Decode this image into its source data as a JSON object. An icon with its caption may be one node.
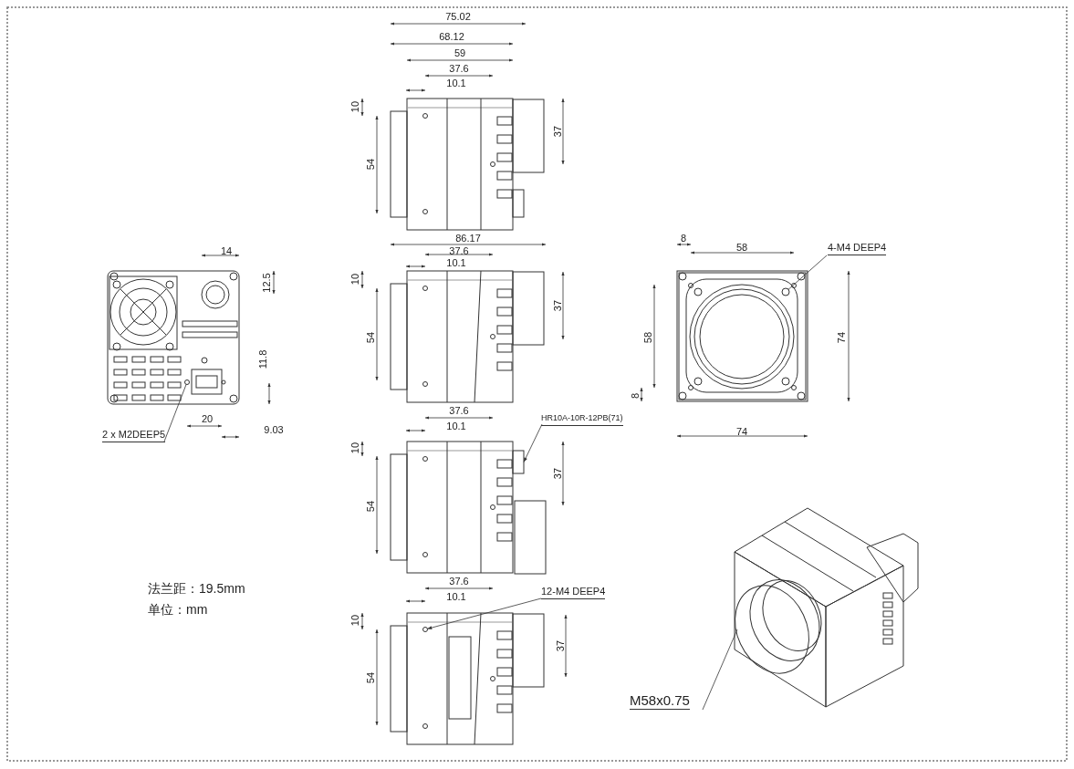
{
  "diagram": {
    "nodes": [
      {
        "text": [
          "2 x  M2DEEP5"
        ]
      },
      {
        "text": [
          "4-M4 DEEP4"
        ]
      },
      {
        "text": [
          "HR10A-10R-12PB(71)"
        ]
      },
      {
        "text": [
          "12-M4 DEEP4"
        ]
      },
      {
        "text": [
          "M58x0.75"
        ]
      },
      {
        "text": [],
        "shape": "circle"
      },
      {
        "text": [],
        "shape": "circle"
      },
      {
        "text": [],
        "shape": "box"
      },
      {
        "text": [],
        "shape": "circle"
      }
    ],
    "edges": [
      {
        "from": 0,
        "to": 5,
        "arrow": "none"
      },
      {
        "from": 1,
        "to": 6,
        "arrow": "none"
      },
      {
        "from": 2,
        "to": 7,
        "arrow": "to"
      },
      {
        "from": 3,
        "to": 8,
        "arrow": "to"
      },
      {
        "from": 4,
        "to": null,
        "arrow": "none"
      }
    ],
    "labels": [
      "75.02",
      "68.12",
      "59",
      "37.6",
      "10.1",
      "10",
      "37",
      "54",
      "14",
      "12.5",
      "11.8",
      "20",
      "9.03",
      "86.17",
      "37.6",
      "10.1",
      "10",
      "37",
      "54",
      "8",
      "58",
      "58",
      "74",
      "8",
      "74",
      "37.6",
      "10.1",
      "10",
      "37",
      "54",
      "37.6",
      "10.1",
      "10",
      "37",
      "54",
      "法兰距：19.5mm",
      "单位：mm"
    ]
  }
}
